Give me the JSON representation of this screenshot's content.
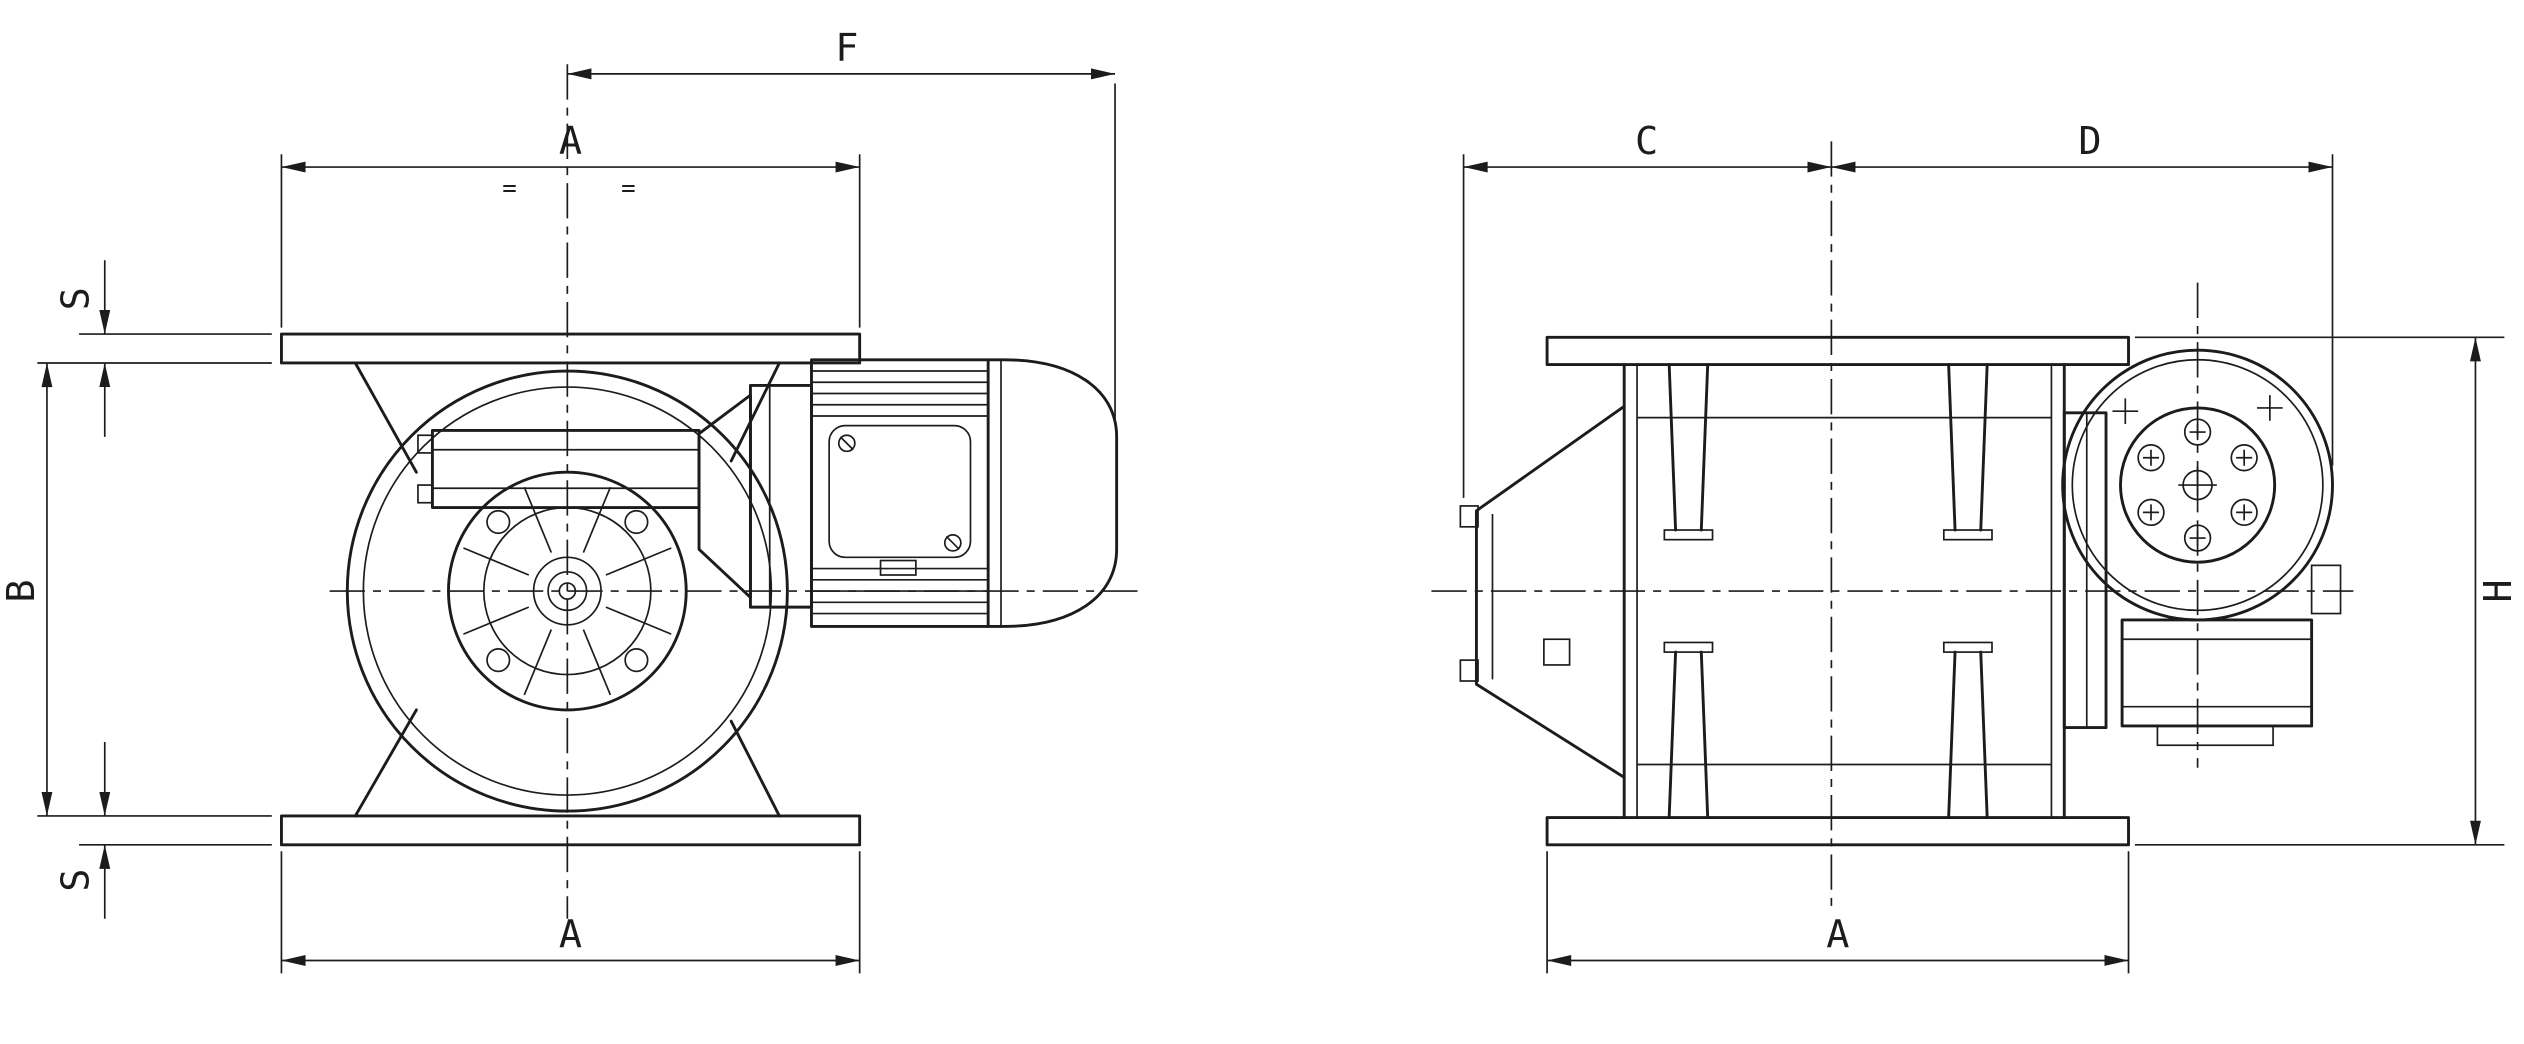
{
  "drawing": {
    "type": "technical-dimension-drawing",
    "subject": "rotary-valve-with-gear-motor",
    "colors": {
      "line": "#1c1c1c",
      "background": "#ffffff"
    },
    "front_view": {
      "name": "front view",
      "dims": {
        "f": "F",
        "a_top": "A",
        "s_top": "S",
        "b": "B",
        "s_bottom": "S",
        "a_bottom": "A",
        "equal_left": "=",
        "equal_right": "="
      }
    },
    "side_view": {
      "name": "side view",
      "dims": {
        "c": "C",
        "d": "D",
        "a_bottom": "A",
        "h": "H"
      }
    }
  }
}
